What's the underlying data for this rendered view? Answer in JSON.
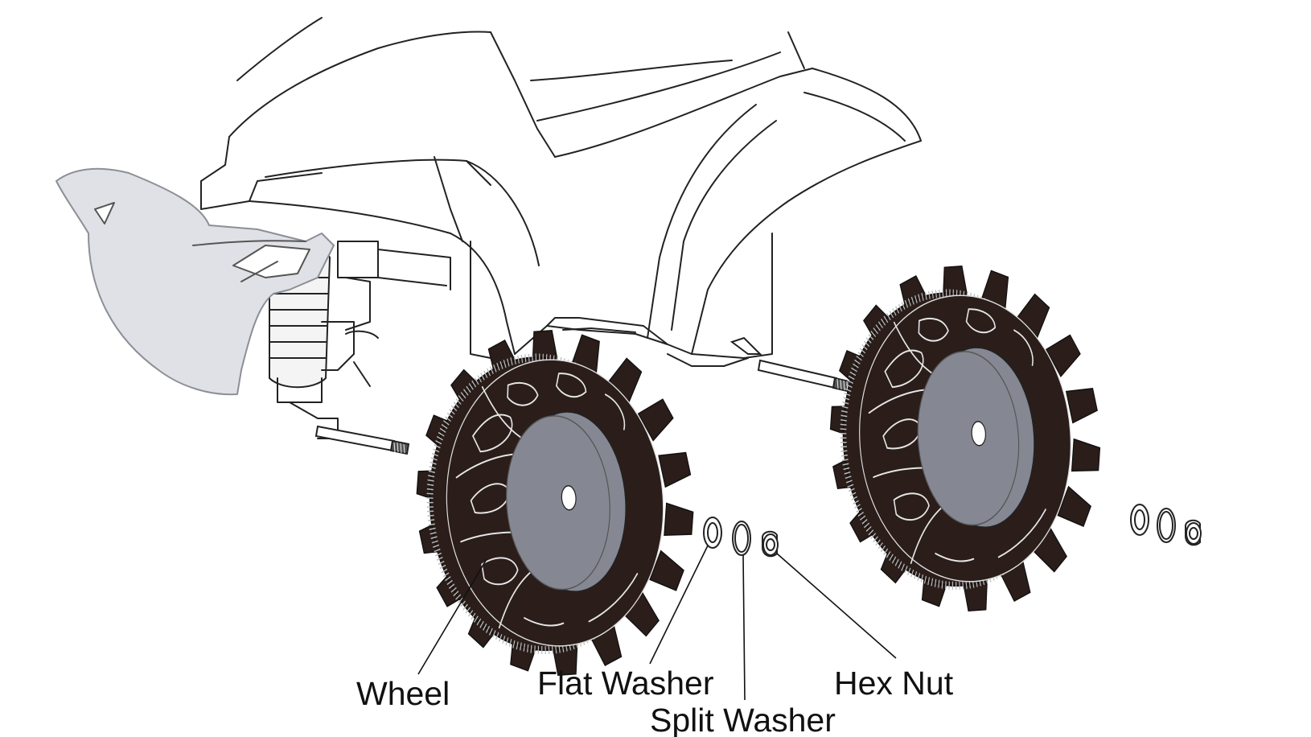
{
  "labels": {
    "wheel": "Wheel",
    "flat_washer": "Flat Washer",
    "split_washer": "Split Washer",
    "hex_nut": "Hex Nut"
  },
  "colors": {
    "background": "#ffffff",
    "line": "#111111",
    "tire": "#2a1d1a",
    "hub": "#858892",
    "fender": "#dfe1e6",
    "label_text": "#111111"
  },
  "icons": {
    "vehicle": "atv-body-outline-icon",
    "wheel": "wheel-icon",
    "axle": "axle-icon",
    "flat_washer": "flat-washer-icon",
    "split_washer": "split-washer-icon",
    "hex_nut": "hex-nut-icon"
  }
}
